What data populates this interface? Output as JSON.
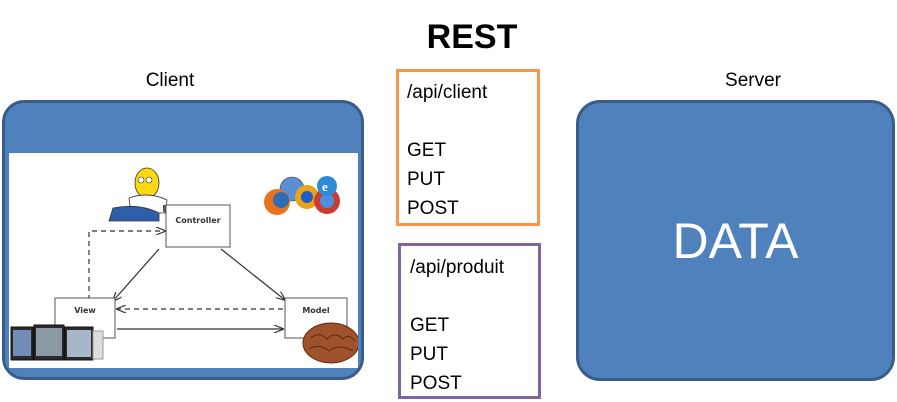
{
  "title": "REST",
  "client": {
    "label": "Client",
    "diagram": {
      "controller": "Controller",
      "view": "View",
      "model": "Model"
    }
  },
  "server": {
    "label": "Server",
    "data_label": "DATA"
  },
  "endpoints": [
    {
      "path": "/api/client",
      "methods": [
        "GET",
        "PUT",
        "POST"
      ],
      "border_color": "#f79646"
    },
    {
      "path": "/api/produit",
      "methods": [
        "GET",
        "PUT",
        "POST"
      ],
      "border_color": "#8064a2"
    }
  ],
  "colors": {
    "box_fill": "#4f81bd",
    "box_border": "#385d8a"
  },
  "icons": [
    "homer-figure-icon",
    "browser-logos-icon",
    "monitors-icon",
    "brain-icon"
  ]
}
